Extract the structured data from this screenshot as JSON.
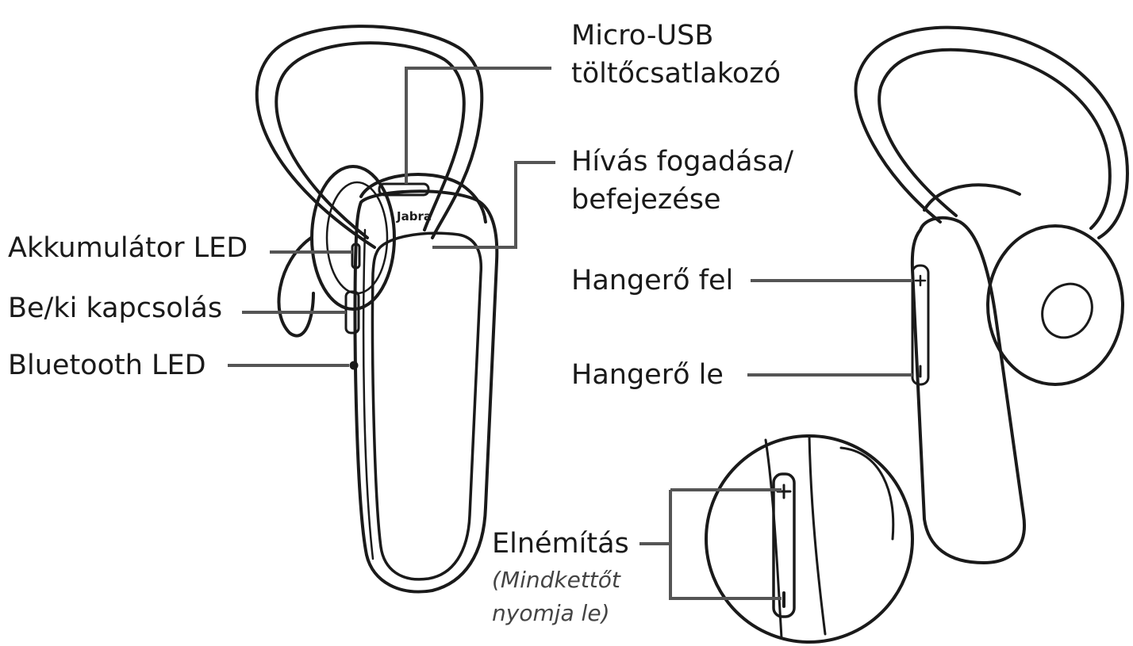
{
  "brand": "Jabra",
  "labels": {
    "micro_usb_line1": "Micro-USB",
    "micro_usb_line2": "töltőcsatlakozó",
    "call_line1": "Hívás fogadása/",
    "call_line2": "befejezése",
    "battery_led": "Akkumulátor LED",
    "power": "Be/ki kapcsolás",
    "bluetooth_led": "Bluetooth LED",
    "volume_up": "Hangerő fel",
    "volume_down": "Hangerő le",
    "mute": "Elnémítás",
    "mute_note_line1": "(Mindkettőt",
    "mute_note_line2": "nyomja le)"
  },
  "colors": {
    "stroke": "#1a1a1a",
    "leader": "#555555",
    "background": "#ffffff"
  }
}
